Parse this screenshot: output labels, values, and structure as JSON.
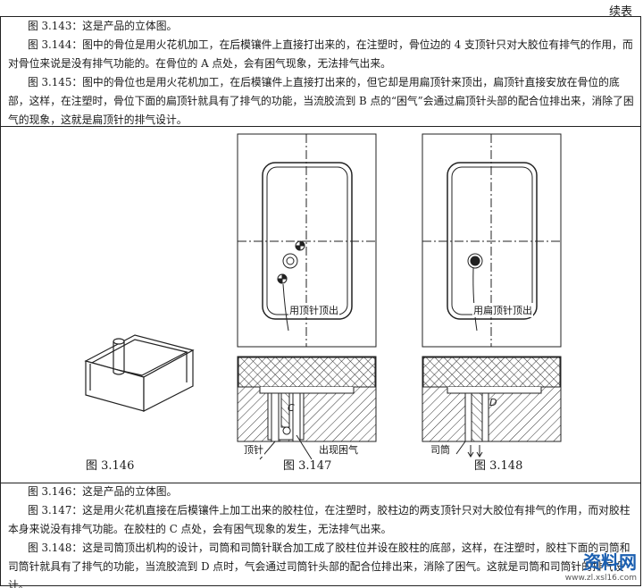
{
  "header": {
    "continued": "续表"
  },
  "top_paragraphs": [
    "图 3.143：这是产品的立体图。",
    "图 3.144：图中的骨位是用火花机加工，在后模镶件上直接打出来的，在注塑时，骨位边的 4 支顶针只对大胶位有排气的作用，而对骨位来说是没有排气功能的。在骨位的 A 点处，会有困气现象，无法排气出来。",
    "图 3.145：图中的骨位也是用火花机加工，在后模镶件上直接打出来的，但它却是用扁顶针来顶出，扁顶针直接安放在骨位的底部，这样，在注塑时，骨位下面的扁顶针就具有了排气的功能，当流胶流到 B 点的“困气”会通过扁顶针头部的配合位排出来，消除了困气的现象，这就是扁顶针的排气设计。"
  ],
  "figures": {
    "captions": [
      "图 3.146",
      "图 3.147",
      "图 3.148"
    ],
    "callouts": {
      "ejector_pin_out": "用顶针顶出",
      "flat_pin_out": "用扁顶针顶出",
      "ejector_pin": "顶针",
      "trapped_air": "出现困气",
      "sleeve": "司筒"
    },
    "point_c": "C",
    "point_d": "D"
  },
  "bottom_paragraphs": [
    "图 3.146：这是产品的立体图。",
    "图 3.147：这是用火花机直接在后模镶件上加工出来的胶柱位，在注塑时，胶柱边的两支顶针只对大胶位有排气的作用，而对胶柱本身来说没有排气功能。在胶柱的 C 点处，会有困气现象的发生，无法排气出来。",
    "图 3.148：这是司筒顶出机构的设计，司筒和司筒针联合加工成了胶柱位并设在胶柱的底部，这样，在注塑时，胶柱下面的司筒和司筒针就具有了排气的功能，当流胶流到 D 点时，气会通过司筒针头部的配合位排出来，消除了困气。这就是司筒和司筒针的排气设计。"
  ],
  "watermark": {
    "main": "资料网",
    "sub": "www.zl.xsl16.com"
  }
}
